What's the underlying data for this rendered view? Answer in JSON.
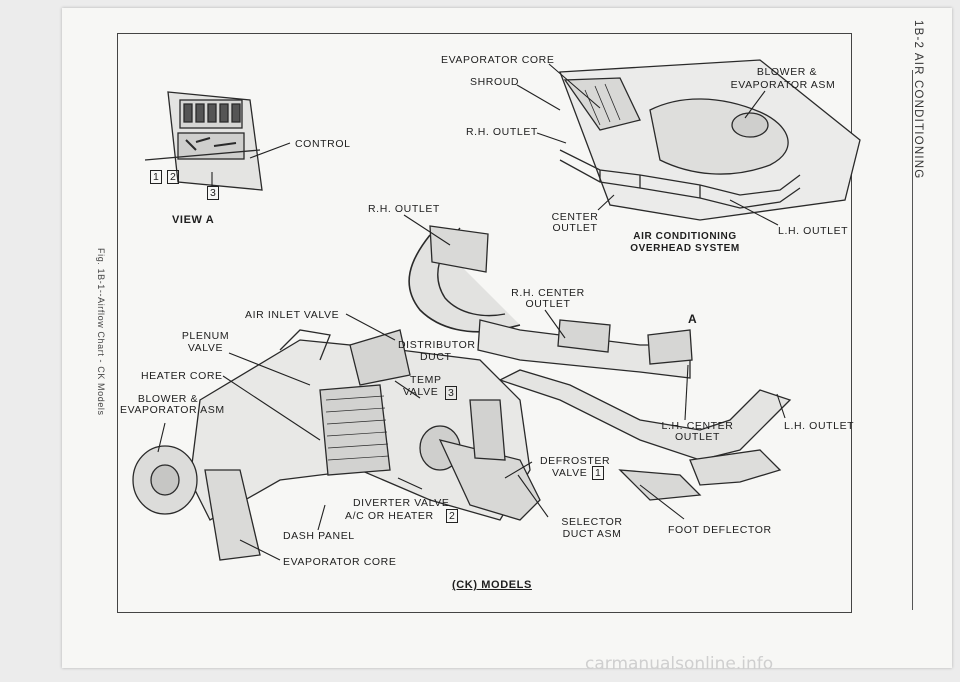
{
  "page_header": "1B-2  AIR CONDITIONING",
  "figure_caption": "Fig. 1B-1--Airflow Chart - CK Models",
  "diagram_title": "(CK) MODELS",
  "overhead_title_1": "AIR CONDITIONING",
  "overhead_title_2": "OVERHEAD SYSTEM",
  "view_a_title": "VIEW A",
  "labels": {
    "evap_core_top": "EVAPORATOR CORE",
    "shroud": "SHROUD",
    "blower_top_1": "BLOWER &",
    "blower_top_2": "EVAPORATOR ASM",
    "rh_outlet_top": "R.H. OUTLET",
    "control": "CONTROL",
    "rh_outlet_mid": "R.H. OUTLET",
    "center_outlet_1": "CENTER",
    "center_outlet_2": "OUTLET",
    "lh_outlet_top": "L.H. OUTLET",
    "rh_center_1": "R.H. CENTER",
    "rh_center_2": "OUTLET",
    "view_arrow": "A",
    "air_inlet_valve": "AIR INLET VALVE",
    "plenum_1": "PLENUM",
    "plenum_2": "VALVE",
    "distributor_1": "DISTRIBUTOR",
    "distributor_2": "DUCT",
    "heater_core": "HEATER CORE",
    "temp_1": "TEMP",
    "temp_2": "VALVE",
    "blower_left_1": "BLOWER &",
    "blower_left_2": "EVAPORATOR ASM",
    "lh_center_1": "L.H. CENTER",
    "lh_center_2": "OUTLET",
    "lh_outlet_right": "L.H. OUTLET",
    "defroster_1": "DEFROSTER",
    "defroster_2": "VALVE",
    "diverter_1": "DIVERTER VALVE",
    "diverter_2": "A/C OR HEATER",
    "selector_1": "SELECTOR",
    "selector_2": "DUCT  ASM",
    "foot_deflector": "FOOT DEFLECTOR",
    "dash_panel": "DASH PANEL",
    "evap_core_bottom": "EVAPORATOR CORE"
  },
  "callouts": {
    "one": "1",
    "two": "2",
    "three": "3"
  },
  "watermark": "carmanualsonline.info"
}
